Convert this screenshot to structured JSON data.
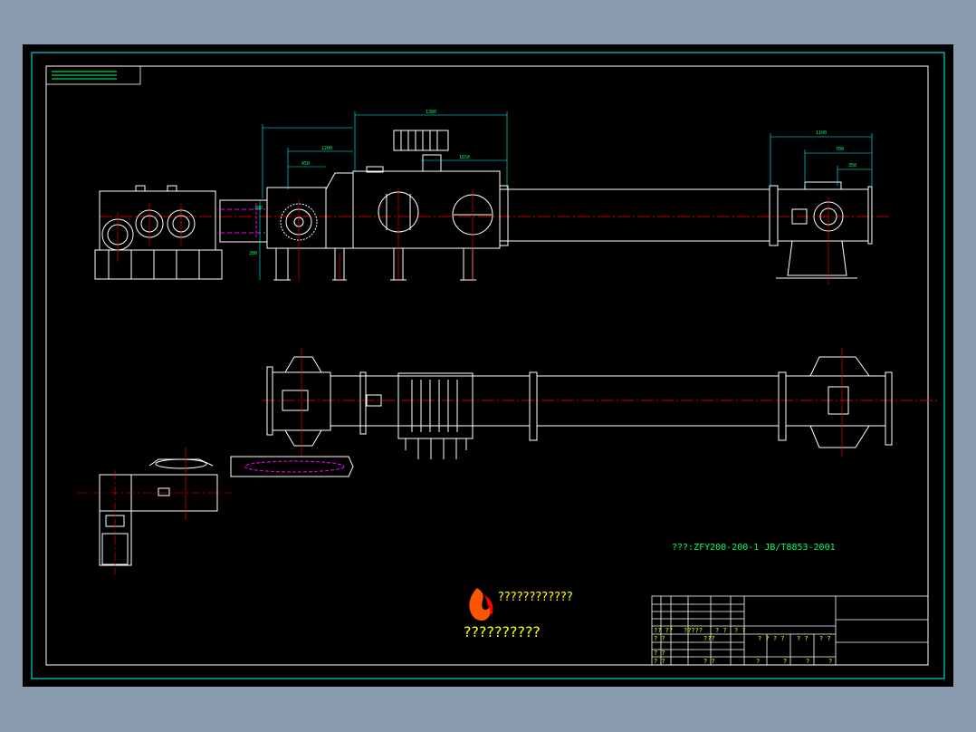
{
  "colors": {
    "background": "#000000",
    "frame": "#00ffff",
    "outline": "#ffffff",
    "centerline": "#ff0000",
    "hidden": "#ff00ff",
    "dimension": "#00ff66",
    "text": "#ffff00"
  },
  "dimensions": {
    "d_top_overall": "1380",
    "d_top_1200": "1200",
    "d_top_450": "450",
    "d_top_1650": "1650",
    "d_vertical_left": "380",
    "d_vertical_left_b": "280",
    "d_right_1110": "1100",
    "d_right_700": "700",
    "d_right_350": "350"
  },
  "note": {
    "model": "???:ZFY200-200-1 JB/T8853-2001"
  },
  "logo": {
    "line1": "????????????",
    "line2": "??????????"
  },
  "title_block": {
    "r1c1": "?? ??",
    "r1c2": "?????",
    "r1c3": "? ?",
    "r1c4": "? ?",
    "r2c1": "? ?",
    "r2c2": "???",
    "r2c3": "? ? ? ?",
    "r2c4": "? ?",
    "r2c5": "? ?",
    "r3c1": "? ?",
    "r4c1": "? ?",
    "r4c2": "? ?",
    "r4c3": "?",
    "r4c4": "?",
    "r4c5": "?",
    "r4c6": "?"
  }
}
